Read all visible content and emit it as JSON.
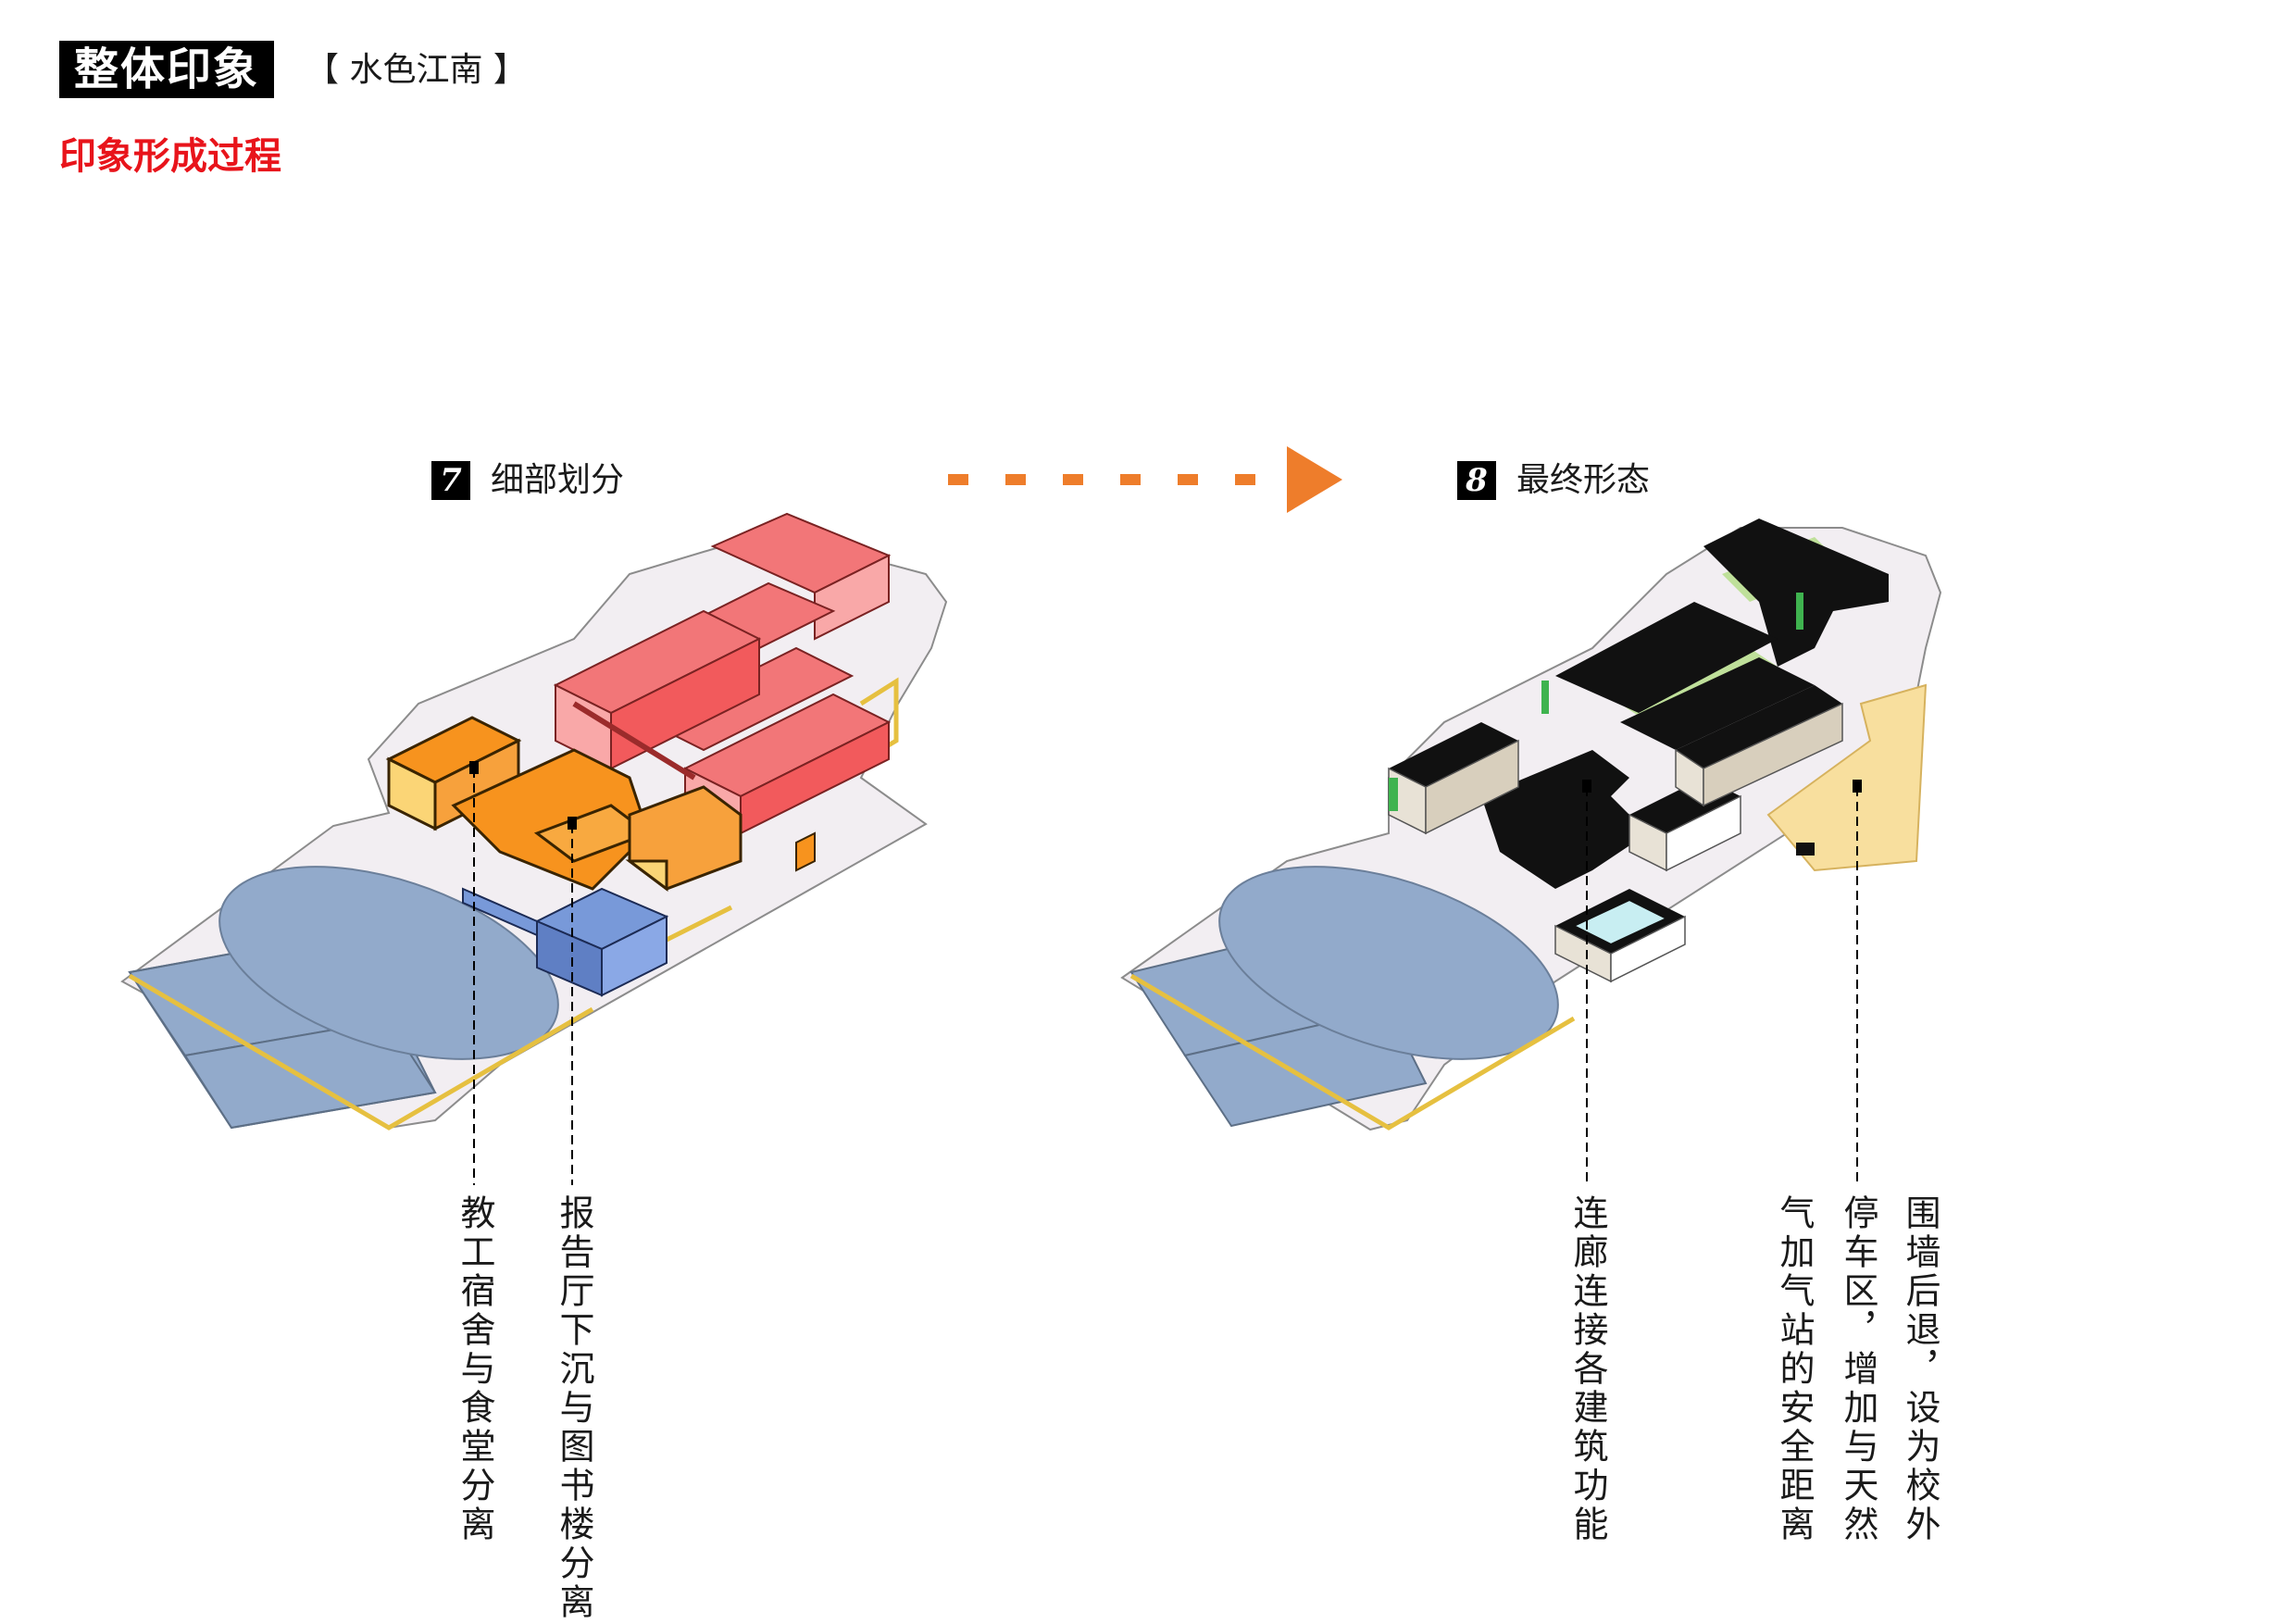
{
  "header": {
    "title": "整体印象",
    "subtitle": "【 水色江南 】",
    "section_heading": "印象形成过程"
  },
  "steps": [
    {
      "number": "7",
      "label": "细部划分"
    },
    {
      "number": "8",
      "label": "最终形态"
    }
  ],
  "annotations": {
    "dorm_canteen": "教工宿舍与食堂分离",
    "hall_library": "报告厅下沉与图书楼分离",
    "corridor": "连廊连接各建筑功能",
    "parking_line1": "气加气站的安全距离",
    "parking_line2": "停车区，增加与天然",
    "parking_line3": "围墙后退，设为校外"
  },
  "colors": {
    "arrow": "#ee7d2b",
    "red_block": "#f27678",
    "orange_block": "#f7931e",
    "blue_block": "#7899d9",
    "track": "#92aacb",
    "ground": "#f2eef2",
    "roof": "#111111",
    "green_court": "#bfe09a",
    "parking": "#f8df9e"
  }
}
